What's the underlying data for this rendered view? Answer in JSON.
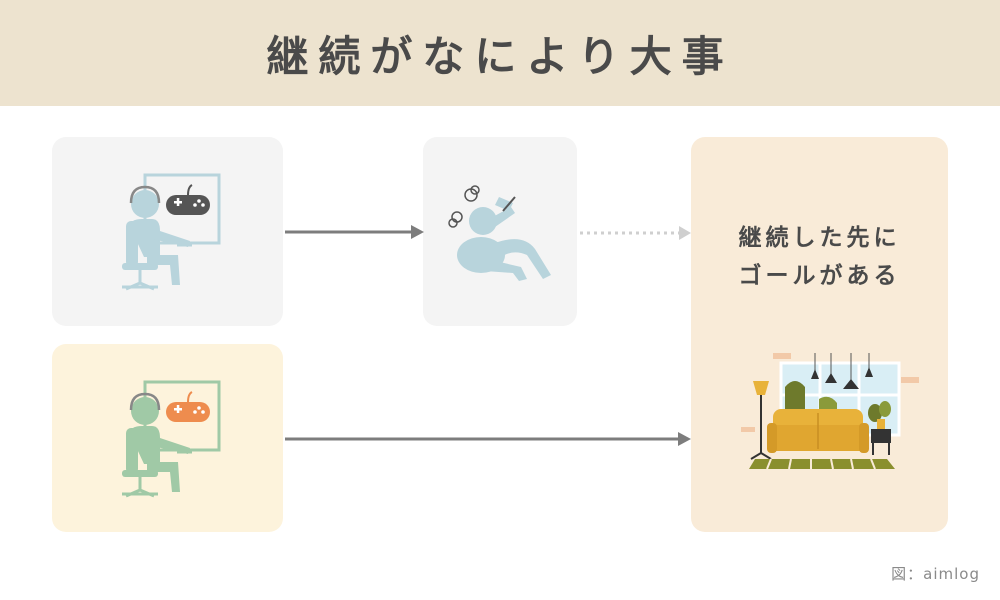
{
  "header": {
    "title": "継続がなにより大事"
  },
  "goal_card": {
    "line1": "継続した先に",
    "line2": "ゴールがある"
  },
  "credit": {
    "text": "図：aimlog"
  },
  "colors": {
    "header_bg": "#ede3cf",
    "gray_card": "#f4f4f4",
    "yellow_card": "#fdf3dc",
    "goal_card": "#f9ebd8",
    "arrow": "#7d7d7d",
    "blue_figure": "#b8d4dc",
    "green_figure": "#a0c9a6",
    "orange_controller": "#ee8c4e",
    "sofa": "#e8b23a"
  },
  "icons": [
    "gamer-at-monitor-icon",
    "controller-icon",
    "frustrated-person-icon",
    "living-room-illustration"
  ]
}
